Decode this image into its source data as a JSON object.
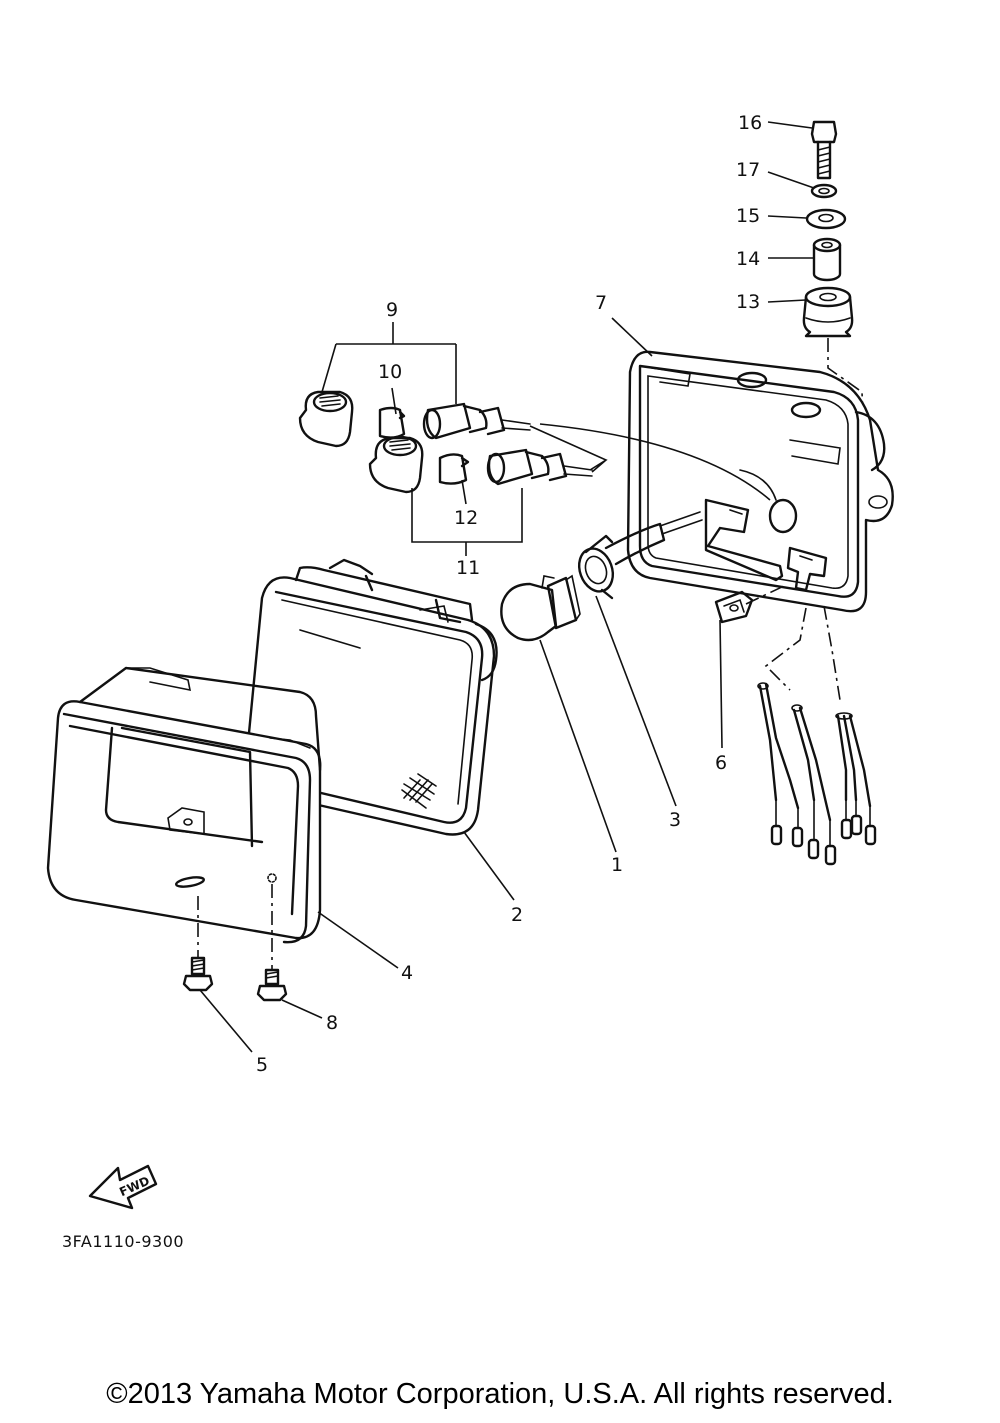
{
  "diagram": {
    "callouts": [
      {
        "id": "16",
        "label": "16"
      },
      {
        "id": "17",
        "label": "17"
      },
      {
        "id": "15",
        "label": "15"
      },
      {
        "id": "14",
        "label": "14"
      },
      {
        "id": "13",
        "label": "13"
      },
      {
        "id": "9",
        "label": "9"
      },
      {
        "id": "10",
        "label": "10"
      },
      {
        "id": "7",
        "label": "7"
      },
      {
        "id": "12",
        "label": "12"
      },
      {
        "id": "11",
        "label": "11"
      },
      {
        "id": "6",
        "label": "6"
      },
      {
        "id": "3",
        "label": "3"
      },
      {
        "id": "1",
        "label": "1"
      },
      {
        "id": "2",
        "label": "2"
      },
      {
        "id": "4",
        "label": "4"
      },
      {
        "id": "8",
        "label": "8"
      },
      {
        "id": "5",
        "label": "5"
      }
    ],
    "fwd_label": "FWD",
    "drawing_code": "3FA1110-9300"
  },
  "footer": {
    "copyright": "©2013 Yamaha Motor Corporation, U.S.A. All rights reserved."
  },
  "colors": {
    "line": "#111111",
    "background": "#ffffff"
  }
}
